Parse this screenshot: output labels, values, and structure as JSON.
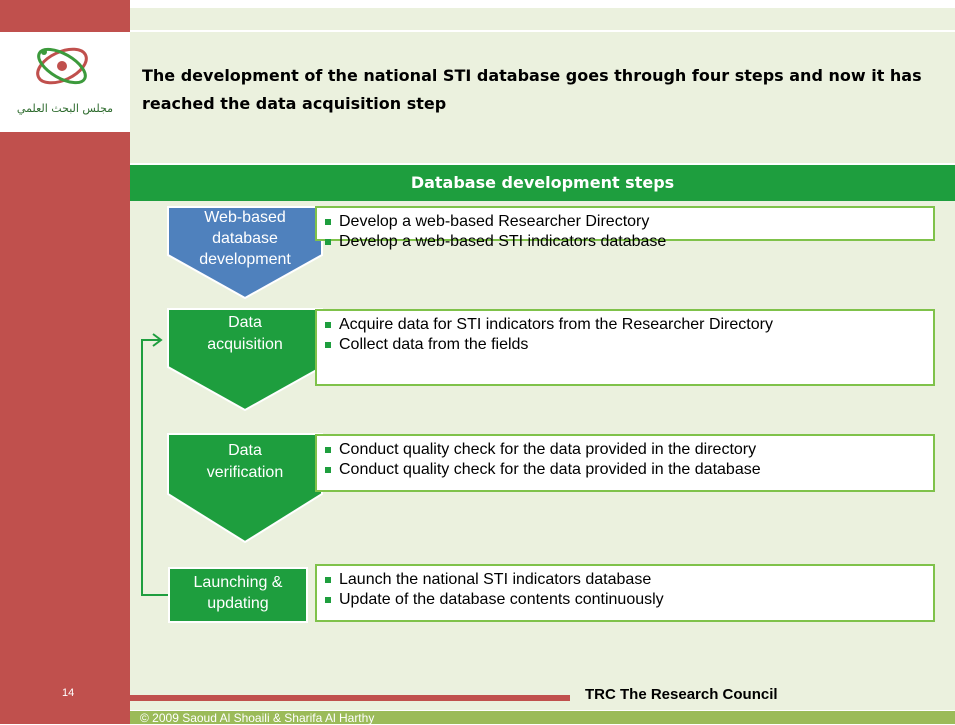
{
  "slide": {
    "headline": "The development of the national STI database goes through four steps and now it has reached the data acquisition step",
    "header_title": "Database development steps",
    "logo_text": "مجلس البحث العلمي",
    "page_number": "14",
    "footer_org": "TRC The Research Council",
    "copyright": "© 2009 Saoud Al Shoaili & Sharifa Al Harthy"
  },
  "steps": [
    {
      "label_line1": "Web-based",
      "label_line2": "database",
      "label_line3": "development",
      "bullets": [
        "Develop a web-based Researcher Directory",
        "Develop a web-based STI indicators database"
      ]
    },
    {
      "label_line1": "Data",
      "label_line2": "acquisition",
      "bullets": [
        "Acquire data for STI indicators from the Researcher Directory",
        "Collect data from the fields"
      ]
    },
    {
      "label_line1": "Data",
      "label_line2": "verification",
      "bullets": [
        "Conduct quality check for the data provided in the directory",
        "Conduct quality check for the data provided in the database"
      ]
    },
    {
      "label_line1": "Launching &",
      "label_line2": "updating",
      "bullets": [
        "Launch the national STI indicators database",
        "Update of the database contents continuously"
      ]
    }
  ],
  "colors": {
    "accent_red": "#c0504d",
    "accent_green": "#1e9e3e",
    "blue_step": "#4f81bd",
    "panel_bg": "#ebf1de",
    "box_border": "#7fc24a"
  }
}
